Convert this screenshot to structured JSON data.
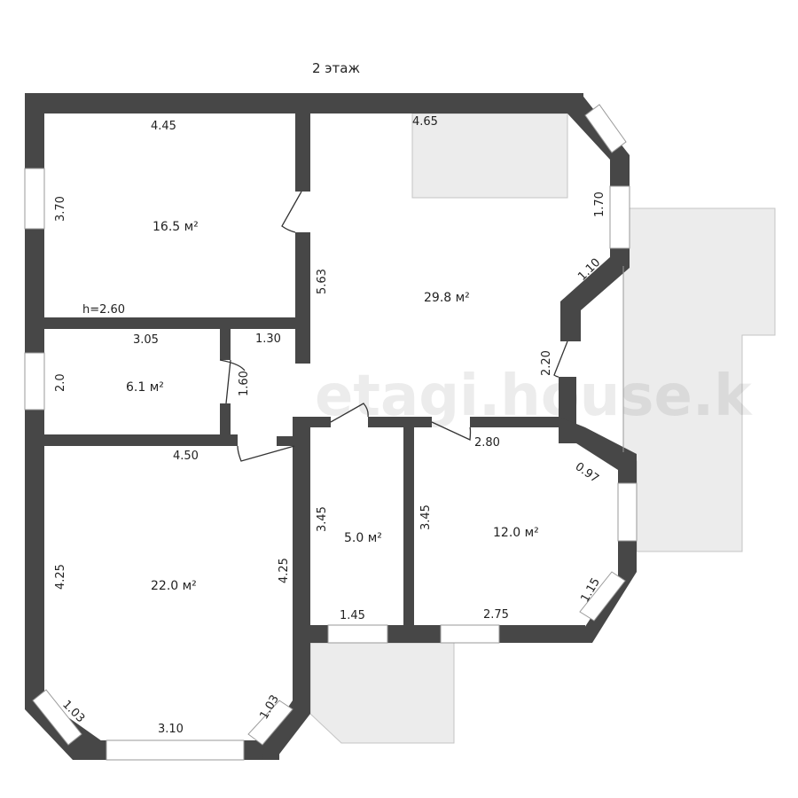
{
  "plan": {
    "title": "2 этаж",
    "watermark": "etagi.house.k",
    "colors": {
      "wall": "#474747",
      "extra_area": "#ececec"
    },
    "rooms": [
      {
        "area": "16.5 м²"
      },
      {
        "area": "29.8 м²"
      },
      {
        "area": "6.1 м²"
      },
      {
        "area": "22.0 м²"
      },
      {
        "area": "5.0 м²"
      },
      {
        "area": "12.0 м²"
      }
    ],
    "ceiling_height": "h=2.60",
    "dimensions": {
      "r1_top": "4.45",
      "r1_left": "3.70",
      "r2_top": "4.65",
      "r2_left": "5.63",
      "r2_right_window": "1.70",
      "r2_bay": "1.10",
      "r2_door": "2.20",
      "r3_top": "3.05",
      "r3_left": "2.0",
      "hall_top": "1.30",
      "hall_side": "1.60",
      "r4_top": "4.50",
      "r4_left": "4.25",
      "r4_right": "4.25",
      "r4_diag_left": "1.03",
      "r4_bottom": "3.10",
      "r4_diag_right": "1.03",
      "r5_left": "3.45",
      "r5_bottom": "1.45",
      "r6_top": "2.80",
      "r6_left": "3.45",
      "r6_diag_top": "0.97",
      "r6_diag_bottom": "1.15",
      "r6_bottom": "2.75"
    }
  }
}
